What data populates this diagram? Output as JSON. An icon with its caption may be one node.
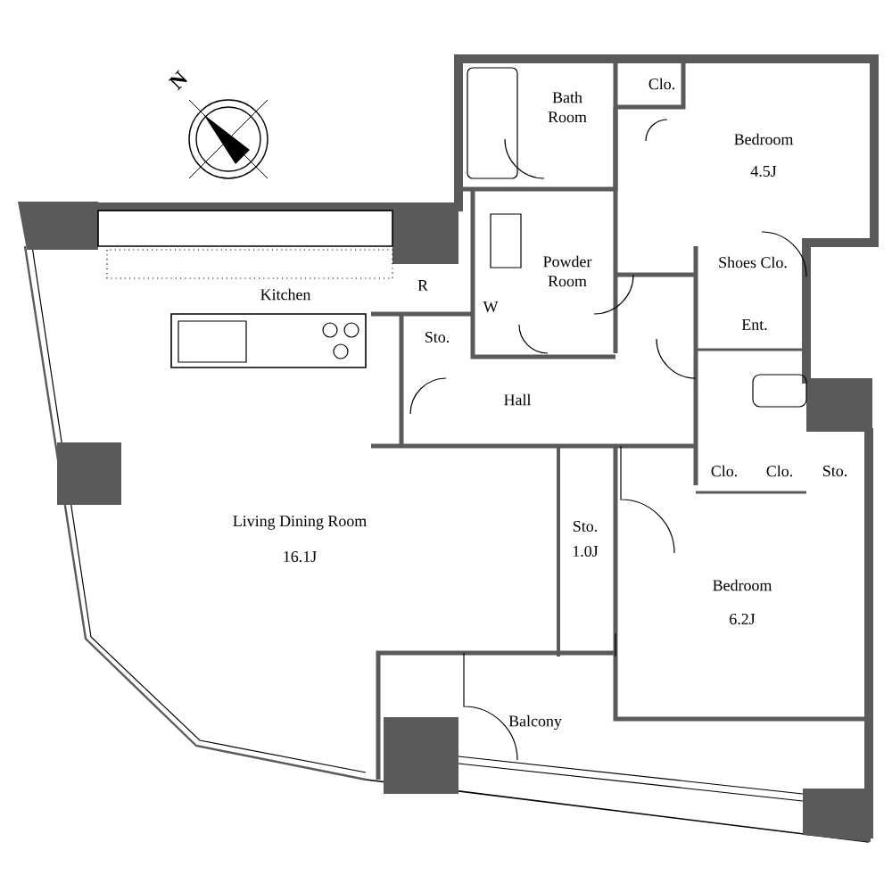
{
  "diagram": {
    "labels": [
      "N",
      "Bath Room",
      "Clo.",
      "Bedroom",
      "4.5J",
      "Powder Room",
      "Shoes Clo.",
      "Kitchen",
      "R",
      "W",
      "Ent.",
      "Sto.",
      "Hall",
      "Clo.",
      "Clo.",
      "Sto.",
      "Living Dining Room",
      "16.1J",
      "Sto.",
      "1.0J",
      "Bedroom",
      "6.2J",
      "Balcony"
    ]
  }
}
